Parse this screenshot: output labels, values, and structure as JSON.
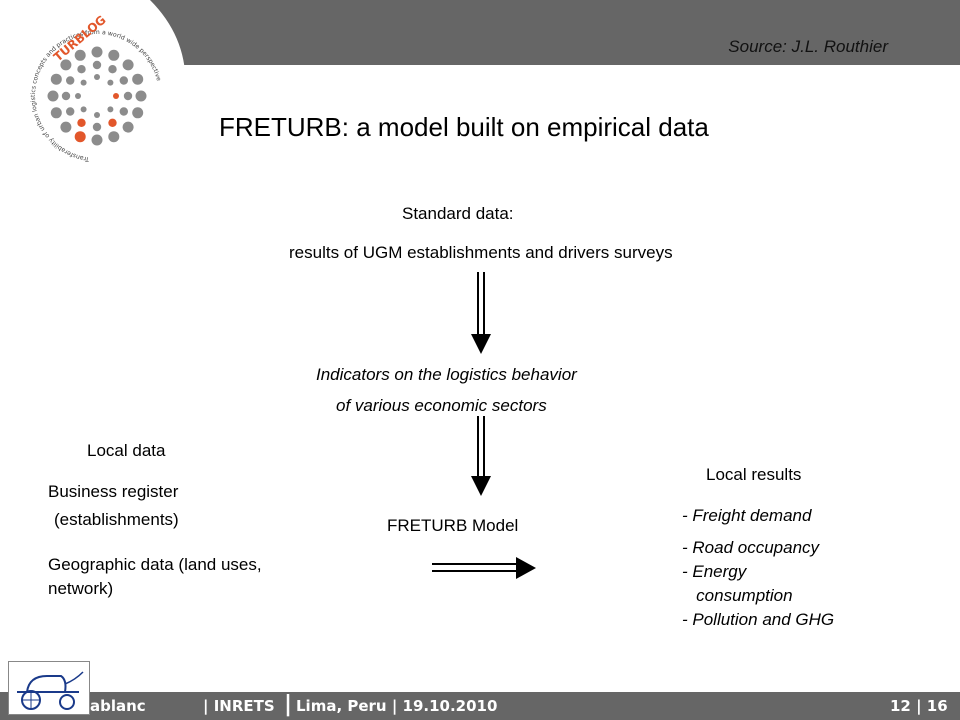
{
  "header": {
    "source": "Source: J.L. Routhier",
    "logo": {
      "brand": "TURBLOG",
      "ring_text": "Transferability of urban logistics concepts and practices from a world wide perspective"
    }
  },
  "title": "FRETURB: a model built on empirical data",
  "flow": {
    "standard_label": "Standard data:",
    "standard_detail": "results of UGM establishments and drivers surveys",
    "indicators_line1": "Indicators on the logistics behavior",
    "indicators_line2": "of  various economic sectors",
    "local_data_label": "Local data",
    "business_line1": "Business register",
    "business_line2": "(establishments)",
    "geo_line1": "Geographic data (land uses,",
    "geo_line2": "network)",
    "model_label": "FRETURB Model",
    "local_results_label": "Local results",
    "results": [
      "- Freight demand",
      "- Road occupancy",
      "- Energy",
      "   consumption",
      "- Pollution and GHG"
    ]
  },
  "footer": {
    "author": "ablanc",
    "org": "| INRETS",
    "bar": "|",
    "place_date": "Lima, Peru | 19.10.2010",
    "page": "12 | 16"
  },
  "colors": {
    "bar": "#666666",
    "logo_grey": "#8c8c8c",
    "logo_red": "#e2572b"
  }
}
